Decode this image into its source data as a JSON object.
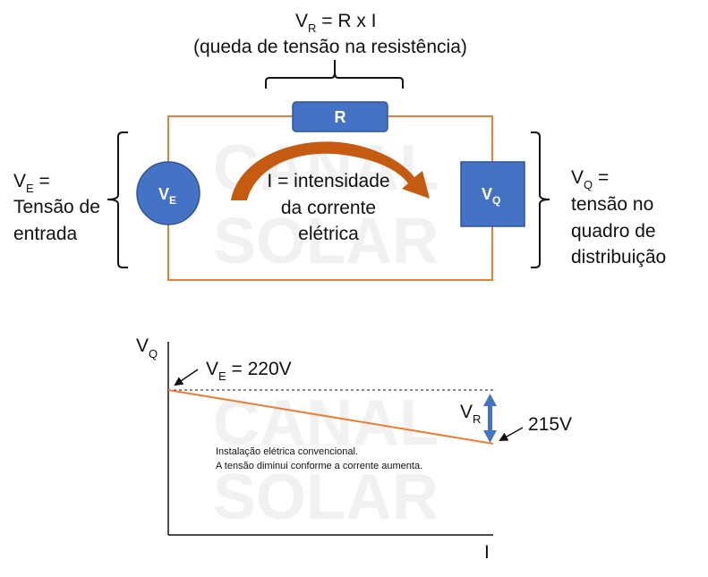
{
  "colors": {
    "wire": "#ED7D31",
    "component_fill": "#4472C4",
    "component_stroke": "#2F5597",
    "current_arrow": "#C55A11",
    "text": "#111111",
    "watermark": "#F1F1F1"
  },
  "watermark": {
    "line1": "CANAL",
    "line2": "SOLAR"
  },
  "top_formula": {
    "main": "V",
    "sub": "R",
    "rest": " = R x I"
  },
  "top_caption": "(queda de tensão na resistência)",
  "resistor_label": "R",
  "source": {
    "main": "V",
    "sub": "E"
  },
  "load": {
    "main": "V",
    "sub": "Q"
  },
  "left_note": {
    "main": "V",
    "sub": "E",
    "rest": " =",
    "line2": "Tensão de",
    "line3": "entrada"
  },
  "right_note": {
    "main": "V",
    "sub": "Q",
    "rest": " =",
    "line2": "tensão no",
    "line3": "quadro de",
    "line4": "distribuição"
  },
  "current_label": {
    "line1": "I = intensidade",
    "line2": "da corrente",
    "line3": "elétrica"
  },
  "graph": {
    "y_label": {
      "main": "V",
      "sub": "Q"
    },
    "x_label": "I",
    "start_label": {
      "main": "V",
      "sub": "E",
      "rest": " = 220V"
    },
    "end_label": "215V",
    "drop_label": {
      "main": "V",
      "sub": "R"
    },
    "caption_line1": "Instalação elétrica convencional.",
    "caption_line2": "A tensão diminui conforme a corrente aumenta."
  },
  "chart_data": {
    "type": "line",
    "series": [
      {
        "x": [
          0,
          1
        ],
        "y": [
          220,
          215
        ]
      }
    ],
    "reference_line": {
      "y": 220,
      "style": "dashed"
    },
    "annotations": [
      "V_E = 220V",
      "215V",
      "V_R"
    ]
  }
}
